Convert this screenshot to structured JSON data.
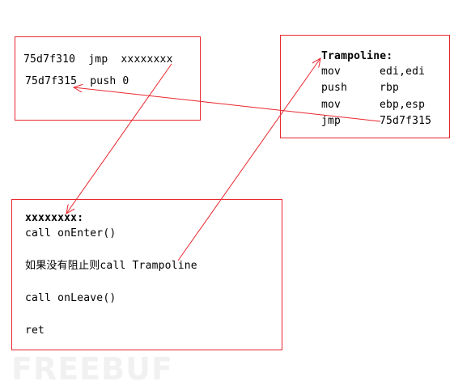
{
  "box_original": {
    "line1": "75d7f310  jmp  xxxxxxxx",
    "line2": "75d7f315  push 0"
  },
  "box_trampoline": {
    "title": "Trampoline:",
    "rows": [
      {
        "op": "mov",
        "arg": "edi,edi"
      },
      {
        "op": "push",
        "arg": "rbp"
      },
      {
        "op": "mov",
        "arg": "ebp,esp"
      },
      {
        "op": "jmp",
        "arg": "75d7f315"
      }
    ]
  },
  "box_hook": {
    "label": "xxxxxxxx:",
    "call_enter": "call onEnter()",
    "condition": "如果没有阻止则call Trampoline",
    "call_leave": "call onLeave()",
    "ret": "ret"
  },
  "watermark": "FREEBUF",
  "colors": {
    "border": "#e8272e",
    "arrow": "#e8272e",
    "text": "#000000",
    "watermark": "#f1f1f1"
  }
}
